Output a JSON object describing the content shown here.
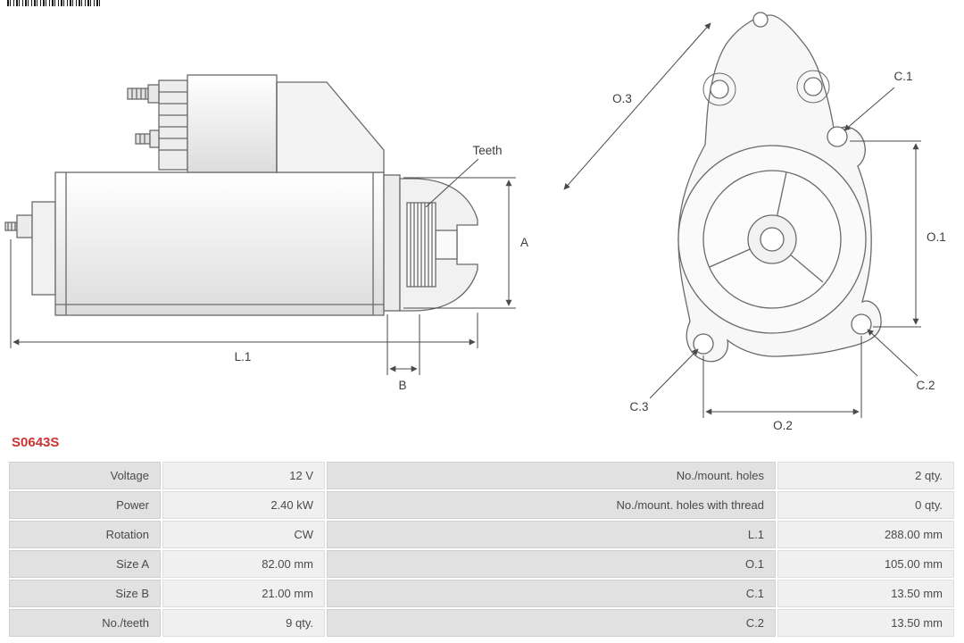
{
  "part_number": "S0643S",
  "accent_color": "#cc3333",
  "diagram": {
    "side": {
      "teeth": "Teeth",
      "a": "A",
      "b": "B",
      "l1": "L.1"
    },
    "front": {
      "o1": "O.1",
      "o2": "O.2",
      "o3": "O.3",
      "c1": "C.1",
      "c2": "C.2",
      "c3": "C.3"
    }
  },
  "table": {
    "rows": [
      {
        "label_left": "Voltage",
        "value_left": "12 V",
        "label_right": "No./mount. holes",
        "value_right": "2 qty."
      },
      {
        "label_left": "Power",
        "value_left": "2.40 kW",
        "label_right": "No./mount. holes with thread",
        "value_right": "0 qty."
      },
      {
        "label_left": "Rotation",
        "value_left": "CW",
        "label_right": "L.1",
        "value_right": "288.00 mm"
      },
      {
        "label_left": "Size A",
        "value_left": "82.00 mm",
        "label_right": "O.1",
        "value_right": "105.00 mm"
      },
      {
        "label_left": "Size B",
        "value_left": "21.00 mm",
        "label_right": "C.1",
        "value_right": "13.50 mm"
      },
      {
        "label_left": "No./teeth",
        "value_left": "9 qty.",
        "label_right": "C.2",
        "value_right": "13.50 mm"
      }
    ]
  }
}
